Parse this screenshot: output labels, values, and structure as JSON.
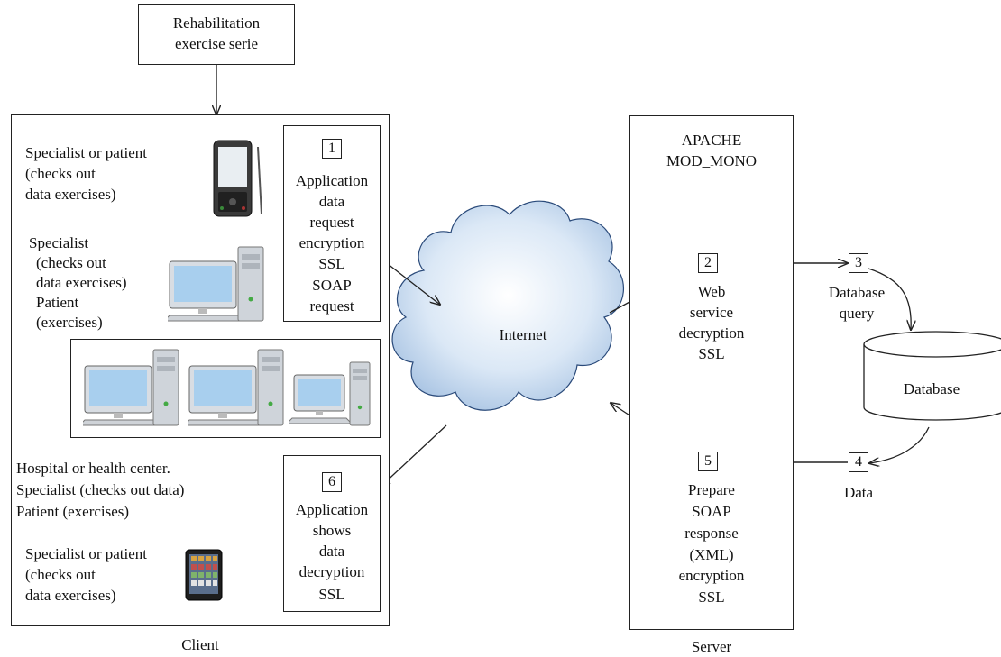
{
  "top_box": {
    "line1": "Rehabilitation",
    "line2": "exercise serie"
  },
  "client": {
    "caption": "Client",
    "smartphone_text": [
      "Specialist or patient",
      "(checks out",
      "data exercises)"
    ],
    "desktop_text": [
      "Specialist",
      "(checks out",
      "data exercises)",
      "Patient",
      "(exercises)"
    ],
    "hospital_text": [
      "Hospital or health center.",
      "Specialist (checks out data)",
      "Patient (exercises)"
    ],
    "tablet_text": [
      "Specialist or patient",
      "(checks out",
      "data exercises)"
    ],
    "step1": {
      "num": "1",
      "lines": [
        "Application",
        "data",
        "request",
        "encryption",
        "SSL",
        "SOAP",
        "request"
      ]
    },
    "step6": {
      "num": "6",
      "lines": [
        "Application",
        "shows",
        "data",
        "decryption",
        "SSL"
      ]
    }
  },
  "internet_label": "Internet",
  "server": {
    "caption": "Server",
    "title1": "APACHE",
    "title2": "MOD_MONO",
    "step2": {
      "num": "2",
      "lines": [
        "Web",
        "service",
        "decryption",
        "SSL"
      ]
    },
    "step5": {
      "num": "5",
      "lines": [
        "Prepare",
        "SOAP",
        "response",
        "(XML)",
        "encryption",
        "SSL"
      ]
    }
  },
  "step3": {
    "num": "3",
    "lines": [
      "Database",
      "query"
    ]
  },
  "step4": {
    "num": "4",
    "label": "Data"
  },
  "database_label": "Database"
}
